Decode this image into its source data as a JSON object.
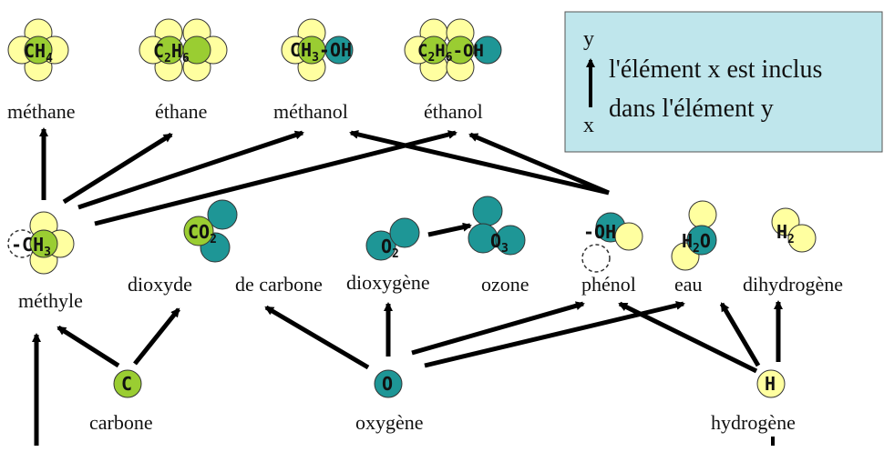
{
  "legend": {
    "y": "y",
    "x": "x",
    "line1": "l'élément x est inclus",
    "line2": "dans l'élément y"
  },
  "labels": {
    "methane": "méthane",
    "ethane": "éthane",
    "methanol": "méthanol",
    "ethanol": "éthanol",
    "methyle": "méthyle",
    "dioxyde": "dioxyde",
    "de_carbone": "de carbone",
    "dioxygene": "dioxygène",
    "ozone": "ozone",
    "phenol": "phénol",
    "eau": "eau",
    "dihydrogene": "dihydrogène",
    "carbone": "carbone",
    "oxygene": "oxygène",
    "hydrogene": "hydrogène"
  },
  "formulas": {
    "ch4": {
      "main": "CH",
      "sub": "4"
    },
    "c2h6": {
      "a": "C",
      "sa": "2",
      "b": "H",
      "sb": "6"
    },
    "ch3oh": {
      "a": "CH",
      "sa": "3",
      "b": "-OH"
    },
    "c2h6oh": {
      "a": "C",
      "sa": "2",
      "b": "H",
      "sb": "6",
      "c": "-OH"
    },
    "ch3": {
      "a": "-CH",
      "sa": "3"
    },
    "co2": {
      "a": "CO",
      "sa": "2"
    },
    "o2": {
      "a": "O",
      "sa": "2"
    },
    "o3": {
      "a": "O",
      "sa": "3"
    },
    "oh": {
      "a": "-OH"
    },
    "h2o": {
      "a": "H",
      "sa": "2",
      "b": "O"
    },
    "h2": {
      "a": "H",
      "sa": "2"
    },
    "c": {
      "a": "C"
    },
    "o": {
      "a": "O"
    },
    "h": {
      "a": "H"
    }
  },
  "colors": {
    "carbon": "#9ACD32",
    "oxygen": "#1E9696",
    "hydrogen": "#FFFFA0",
    "legend_bg": "#BFE6EC"
  }
}
